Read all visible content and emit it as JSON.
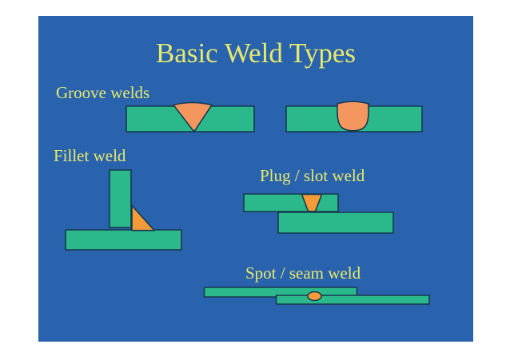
{
  "slide": {
    "title": "Basic Weld Types",
    "labels": {
      "groove": "Groove welds",
      "fillet": "Fillet weld",
      "plug": "Plug / slot weld",
      "spot": "Spot / seam weld"
    },
    "colors": {
      "page_background": "#ffffff",
      "slide_background": "#2a63ad",
      "title_text": "#e7e96c",
      "label_text": "#e7e96c",
      "metal_green": "#2bb98b",
      "weld_salmon": "#f4975f",
      "weld_orange": "#f39b38",
      "outline": "#17384f"
    }
  }
}
